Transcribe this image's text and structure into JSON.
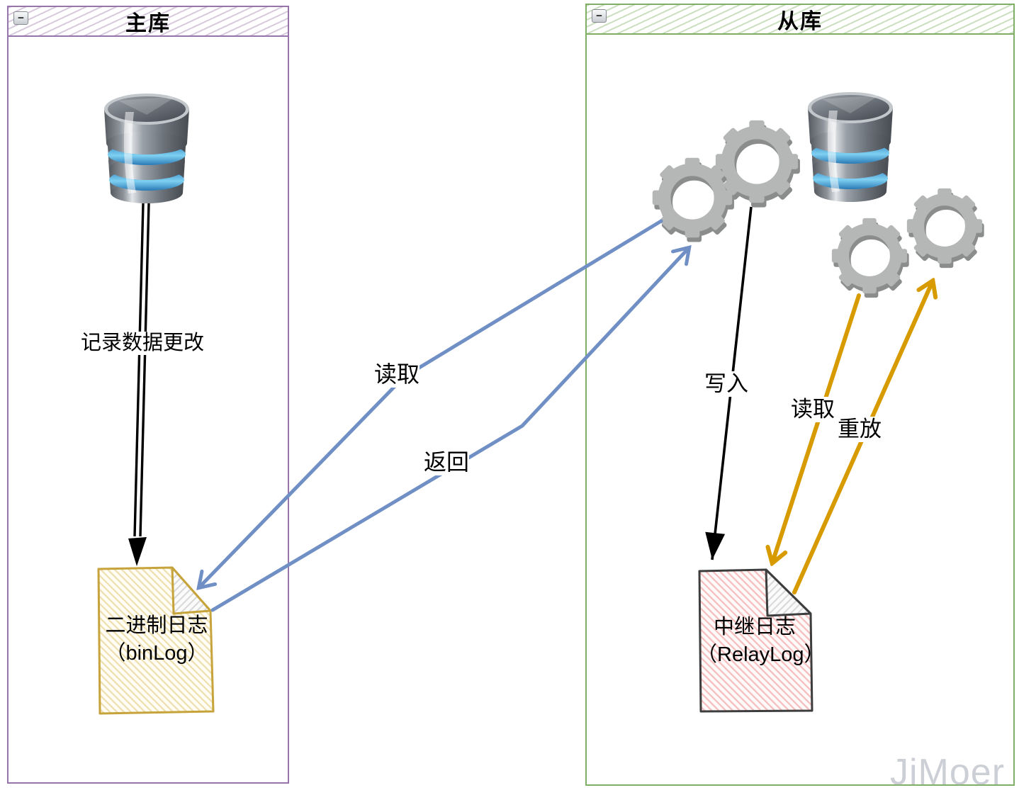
{
  "panels": {
    "master": {
      "title": "主库",
      "collapse_glyph": "−"
    },
    "slave": {
      "title": "从库",
      "collapse_glyph": "−"
    }
  },
  "edges": {
    "record_changes": {
      "label": "记录数据更改",
      "style": "black-double-arrow"
    },
    "read_binlog": {
      "label": "读取",
      "style": "blue-arrow"
    },
    "return_data": {
      "label": "返回",
      "style": "blue-arrow"
    },
    "write_relaylog": {
      "label": "写入",
      "style": "black-arrow"
    },
    "read_relaylog": {
      "label": "读取",
      "style": "orange-arrow"
    },
    "replay": {
      "label": "重放",
      "style": "orange-arrow"
    }
  },
  "nodes": {
    "master_database": {
      "icon": "database-icon"
    },
    "slave_database": {
      "icon": "database-icon"
    },
    "io_threads": {
      "icon": "gear-icon",
      "count": 2
    },
    "sql_threads": {
      "icon": "gear-icon",
      "count": 2
    },
    "binlog": {
      "title": "二进制日志",
      "subtitle": "（binLog）"
    },
    "relaylog": {
      "title": "中继日志",
      "subtitle": "（RelayLog）"
    }
  },
  "watermark": "JiMoer",
  "colors": {
    "master_border": "#9775ab",
    "slave_border": "#7fae65",
    "blue_arrow": "#6f8fc5",
    "orange_arrow": "#d79b00",
    "black_arrow": "#000000",
    "binlog_outline": "#c7a33b",
    "binlog_hatch": "#eedfae",
    "relaylog_outline": "#3d3d3d",
    "relaylog_hatch": "#f6bdbd",
    "gear_gray": "#b5b7b7",
    "database_blue_band": "#54b6e8"
  }
}
